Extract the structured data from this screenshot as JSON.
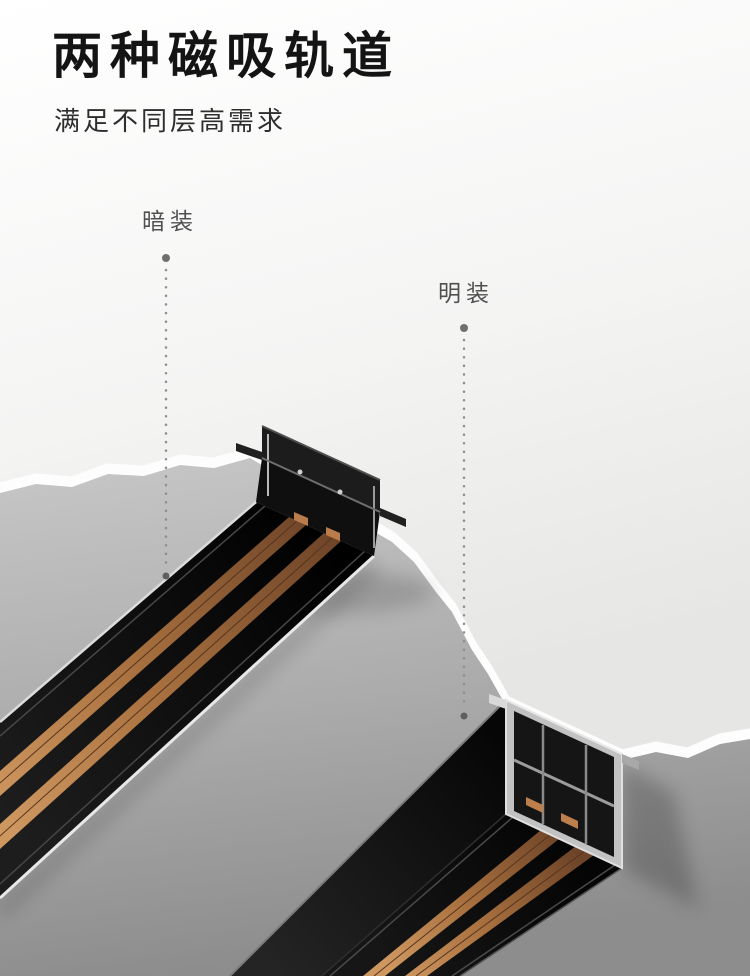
{
  "header": {
    "title": "两种磁吸轨道",
    "subtitle": "满足不同层高需求"
  },
  "callouts": {
    "recessed": {
      "label": "暗装"
    },
    "surface": {
      "label": "明装"
    }
  },
  "colors": {
    "title_text": "#141414",
    "subtitle_text": "#2e2e2e",
    "callout_text": "#505050",
    "leader_dot": "#6f6f6f",
    "leader_line": "#8f8f8f",
    "ceiling_top": "#ffffff",
    "ceiling_bottom": "#e6e6e4",
    "tear_highlight": "#fdfdfd",
    "backdrop_top": "#c7c7c7",
    "backdrop_bottom": "#8d8d8d",
    "track_black": "#0d0d0d",
    "copper_conductor": "#a9713f",
    "cut_face_gray": "#c2c2c2"
  }
}
